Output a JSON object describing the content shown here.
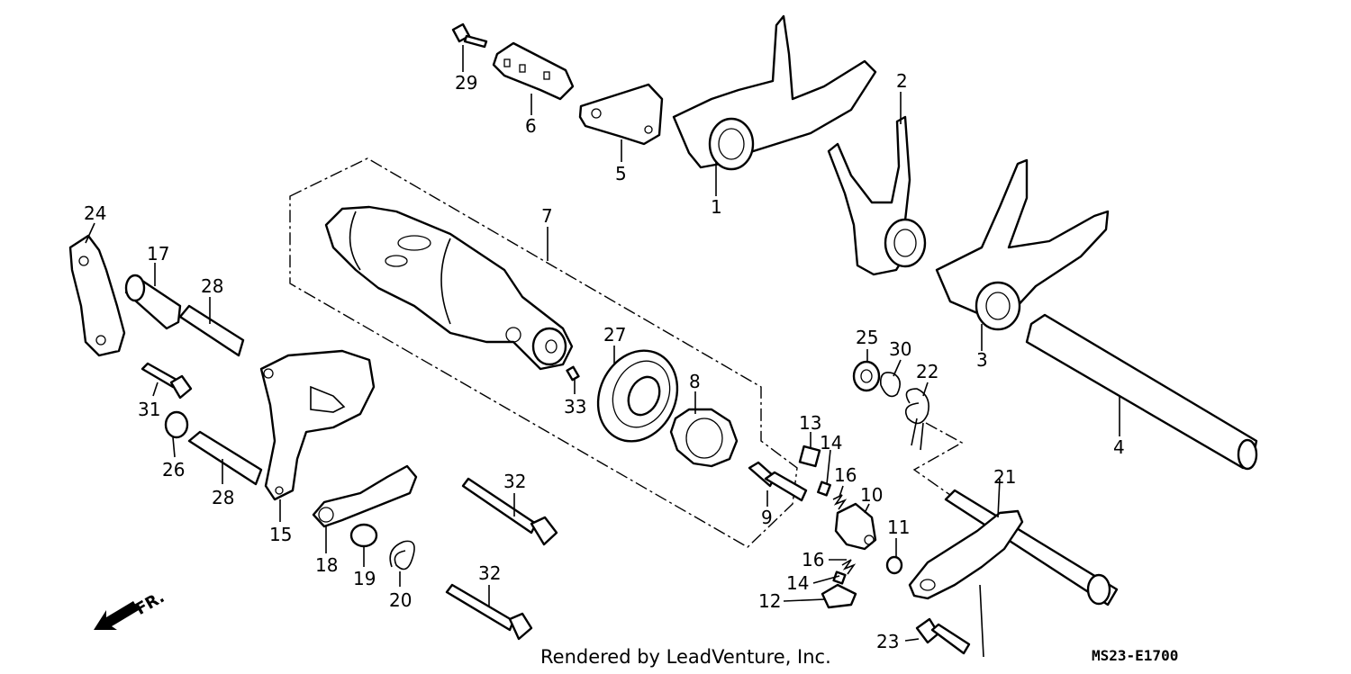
{
  "callouts": [
    {
      "n": "1"
    },
    {
      "n": "2"
    },
    {
      "n": "3"
    },
    {
      "n": "4"
    },
    {
      "n": "5"
    },
    {
      "n": "6"
    },
    {
      "n": "7"
    },
    {
      "n": "8"
    },
    {
      "n": "9"
    },
    {
      "n": "10"
    },
    {
      "n": "11"
    },
    {
      "n": "12"
    },
    {
      "n": "13"
    },
    {
      "n": "14"
    },
    {
      "n": "14"
    },
    {
      "n": "15"
    },
    {
      "n": "16"
    },
    {
      "n": "16"
    },
    {
      "n": "17"
    },
    {
      "n": "18"
    },
    {
      "n": "19"
    },
    {
      "n": "20"
    },
    {
      "n": "21"
    },
    {
      "n": "22"
    },
    {
      "n": "23"
    },
    {
      "n": "24"
    },
    {
      "n": "25"
    },
    {
      "n": "26"
    },
    {
      "n": "27"
    },
    {
      "n": "28"
    },
    {
      "n": "28"
    },
    {
      "n": "29"
    },
    {
      "n": "30"
    },
    {
      "n": "31"
    },
    {
      "n": "32"
    },
    {
      "n": "32"
    },
    {
      "n": "33"
    }
  ],
  "footer": {
    "credit": "Rendered by LeadVenture, Inc.",
    "diagram_code": "MS23-E1700",
    "direction_label": "FR."
  }
}
